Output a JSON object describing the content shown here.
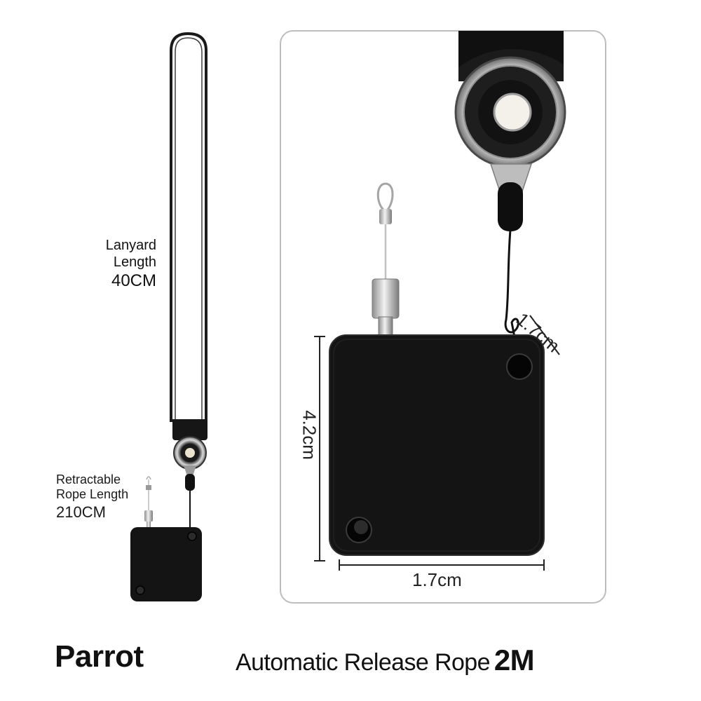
{
  "lanyard": {
    "label_line1": "Lanyard",
    "label_line2": "Length",
    "length": "40CM"
  },
  "retractable": {
    "label_line1": "Retractable",
    "label_line2": "Rope Length",
    "length": "210CM"
  },
  "dimensions": {
    "width": "1.7cm",
    "height": "4.2cm",
    "depth": "1.7cm"
  },
  "footer": {
    "brand": "Parrot",
    "product": "Automatic Release Rope",
    "size": "2M"
  },
  "colors": {
    "device": "#141414",
    "frame": "#bdbdbd",
    "metal": "#c8c8c8",
    "text": "#1a1a1a"
  }
}
